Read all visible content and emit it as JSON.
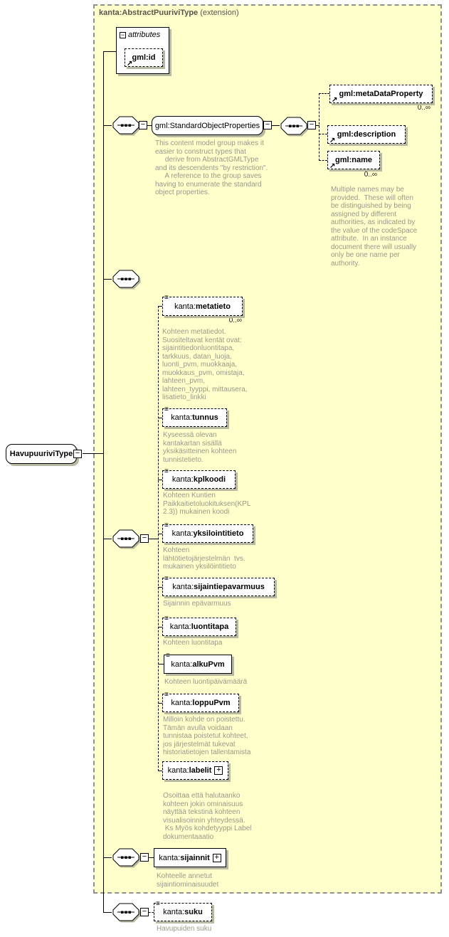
{
  "icons": {
    "minus": "−",
    "plus": "+",
    "text_content": "≡",
    "reference": "↗"
  },
  "header": {
    "title": "kanta:AbstractPuuriviType",
    "qualifier": " (extension)"
  },
  "root": {
    "label": "HavupuuriviType"
  },
  "attributes_group": {
    "label": "attributes",
    "gml_id": {
      "label": "gml:id"
    }
  },
  "sop": {
    "label": "gml:StandardObjectProperties",
    "annotation": "This content model group makes it\neasier to construct types that\n     derive from AbstractGMLType\nand its descendents \"by restriction\".\n     A reference to the group saves\nhaving to enumerate the standard\nobject properties."
  },
  "gml_children": {
    "metaDataProperty": {
      "label": "gml:metaDataProperty",
      "occurs": "0..∞"
    },
    "description": {
      "label": "gml:description"
    },
    "name": {
      "label": "gml:name",
      "occurs": "0..∞",
      "annotation": "Multiple names may be\nprovided.  These will often\nbe distinguished by being\nassigned by different\nauthorities, as indicated by\nthe value of the codeSpace\nattribute.  In an instance\ndocument there will usually\nonly be one name per\nauthority."
    }
  },
  "kanta_children": {
    "metatieto": {
      "prefix": "kanta:",
      "name": "metatieto",
      "occurs": "0..∞",
      "annotation": "Kohteen metatiedot.\nSuositeltavat kentät ovat:\nsijaintitiedonluontitapa,\ntarkkuus, datan_luoja,\nluonti_pvm, muokkaaja,\nmuokkaus_pvm, omistaja,\nlahteen_pvm,\nlahteen_tyyppi, mittausera,\nlisatieto_linkki"
    },
    "tunnus": {
      "prefix": "kanta:",
      "name": "tunnus",
      "annotation": "Kyseessä olevan\nkantakartan sisällä\nyksikäsitteinen kohteen\ntunnistetieto."
    },
    "kplkoodi": {
      "prefix": "kanta:",
      "name": "kplkoodi",
      "annotation": "Kohteen Kuntien\nPaikkaitietoluokituksen(KPL\n2.3)) mukainen koodi"
    },
    "yksilointitieto": {
      "prefix": "kanta:",
      "name": "yksilointitieto",
      "annotation": "Kohteen\nlähtötietojärjestelmän  tvs.\nmukainen yksilöintitieto"
    },
    "sijaintiepavarmuus": {
      "prefix": "kanta:",
      "name": "sijaintiepavarmuus",
      "annotation": "Sijainnin epävarmuus"
    },
    "luontitapa": {
      "prefix": "kanta:",
      "name": "luontitapa",
      "annotation": "Kohteen luontitapa"
    },
    "alkuPvm": {
      "prefix": "kanta:",
      "name": "alkuPvm",
      "annotation": "Kohteen luontipäivämäärä"
    },
    "loppuPvm": {
      "prefix": "kanta:",
      "name": "loppuPvm",
      "annotation": "Milloin kohde on poistettu.\nTämän avulla voidaan\ntunnistaa poistetut kohteet,\njos järjestelmät tukevat\nhistoriatietojen tallentamista"
    },
    "labelit": {
      "prefix": "kanta:",
      "name": "labelit",
      "annotation": "Osoittaa että halutaanko\nkohteen jokin ominaisuus\nnäyttää tekstinä kohteen\nvisualisoinnin yhteydessä.\n Ks Myös kohdetyyppi Label\ndokumentaaatio"
    }
  },
  "sijainnit": {
    "prefix": "kanta:",
    "name": "sijainnit",
    "annotation": "Kohteelle annetut\nsijaintiominaisuudet"
  },
  "suku": {
    "prefix": "kanta:",
    "name": "suku",
    "annotation": "Havupuiden suku"
  }
}
